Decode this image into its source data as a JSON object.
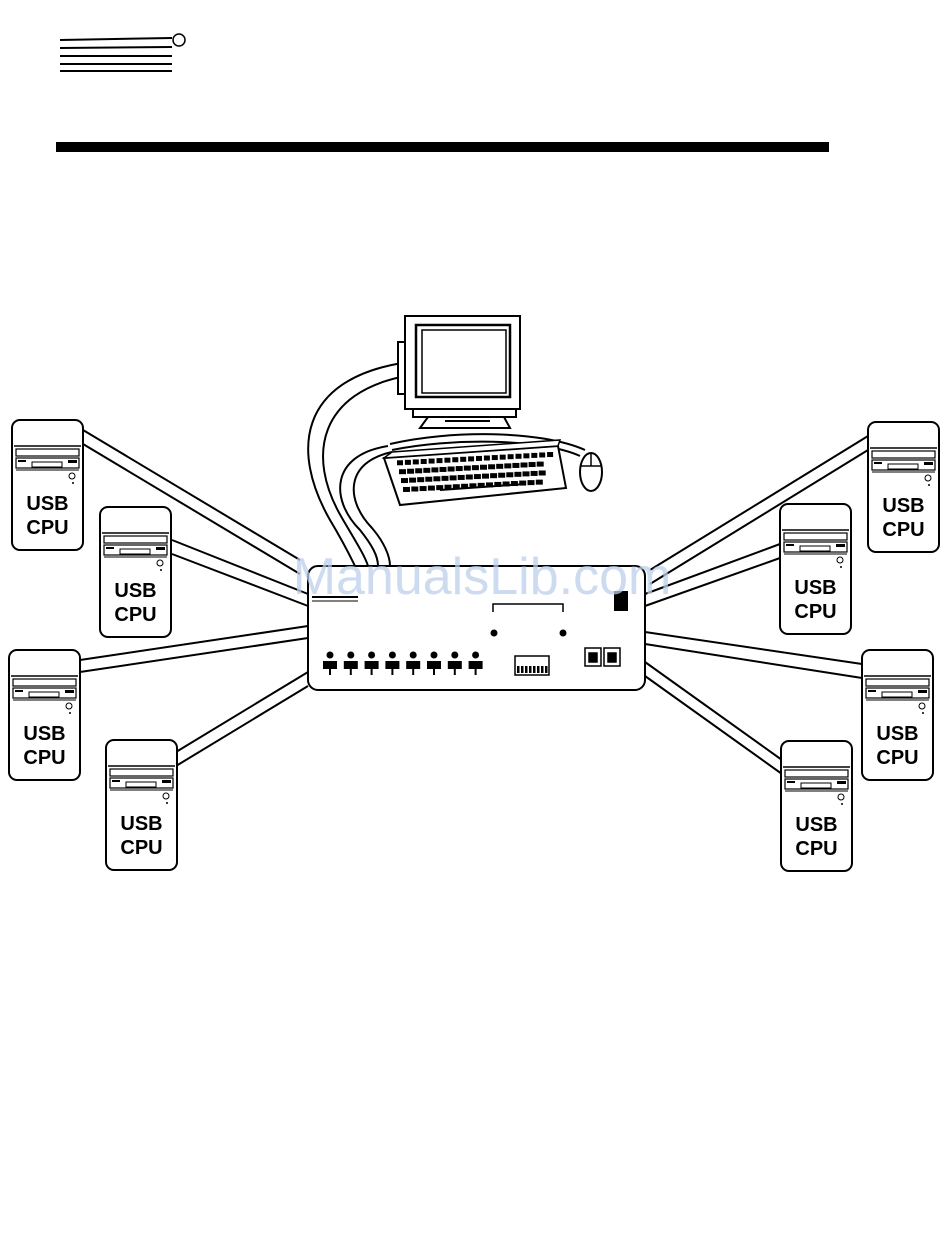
{
  "header": {
    "logo": "logo-lines-icon"
  },
  "watermark": {
    "text": "ManualsLib.com"
  },
  "computers": [
    {
      "line1": "USB",
      "line2": "CPU"
    },
    {
      "line1": "USB",
      "line2": "CPU"
    },
    {
      "line1": "USB",
      "line2": "CPU"
    },
    {
      "line1": "USB",
      "line2": "CPU"
    },
    {
      "line1": "USB",
      "line2": "CPU"
    },
    {
      "line1": "USB",
      "line2": "CPU"
    },
    {
      "line1": "USB",
      "line2": "CPU"
    },
    {
      "line1": "USB",
      "line2": "CPU"
    }
  ],
  "devices": {
    "monitor": "monitor-icon",
    "keyboard": "keyboard-icon",
    "mouse": "mouse-icon",
    "switch": "kvm-switch-icon"
  },
  "colors": {
    "line": "#000000",
    "background": "#ffffff",
    "watermark": "#bcd0ec"
  }
}
